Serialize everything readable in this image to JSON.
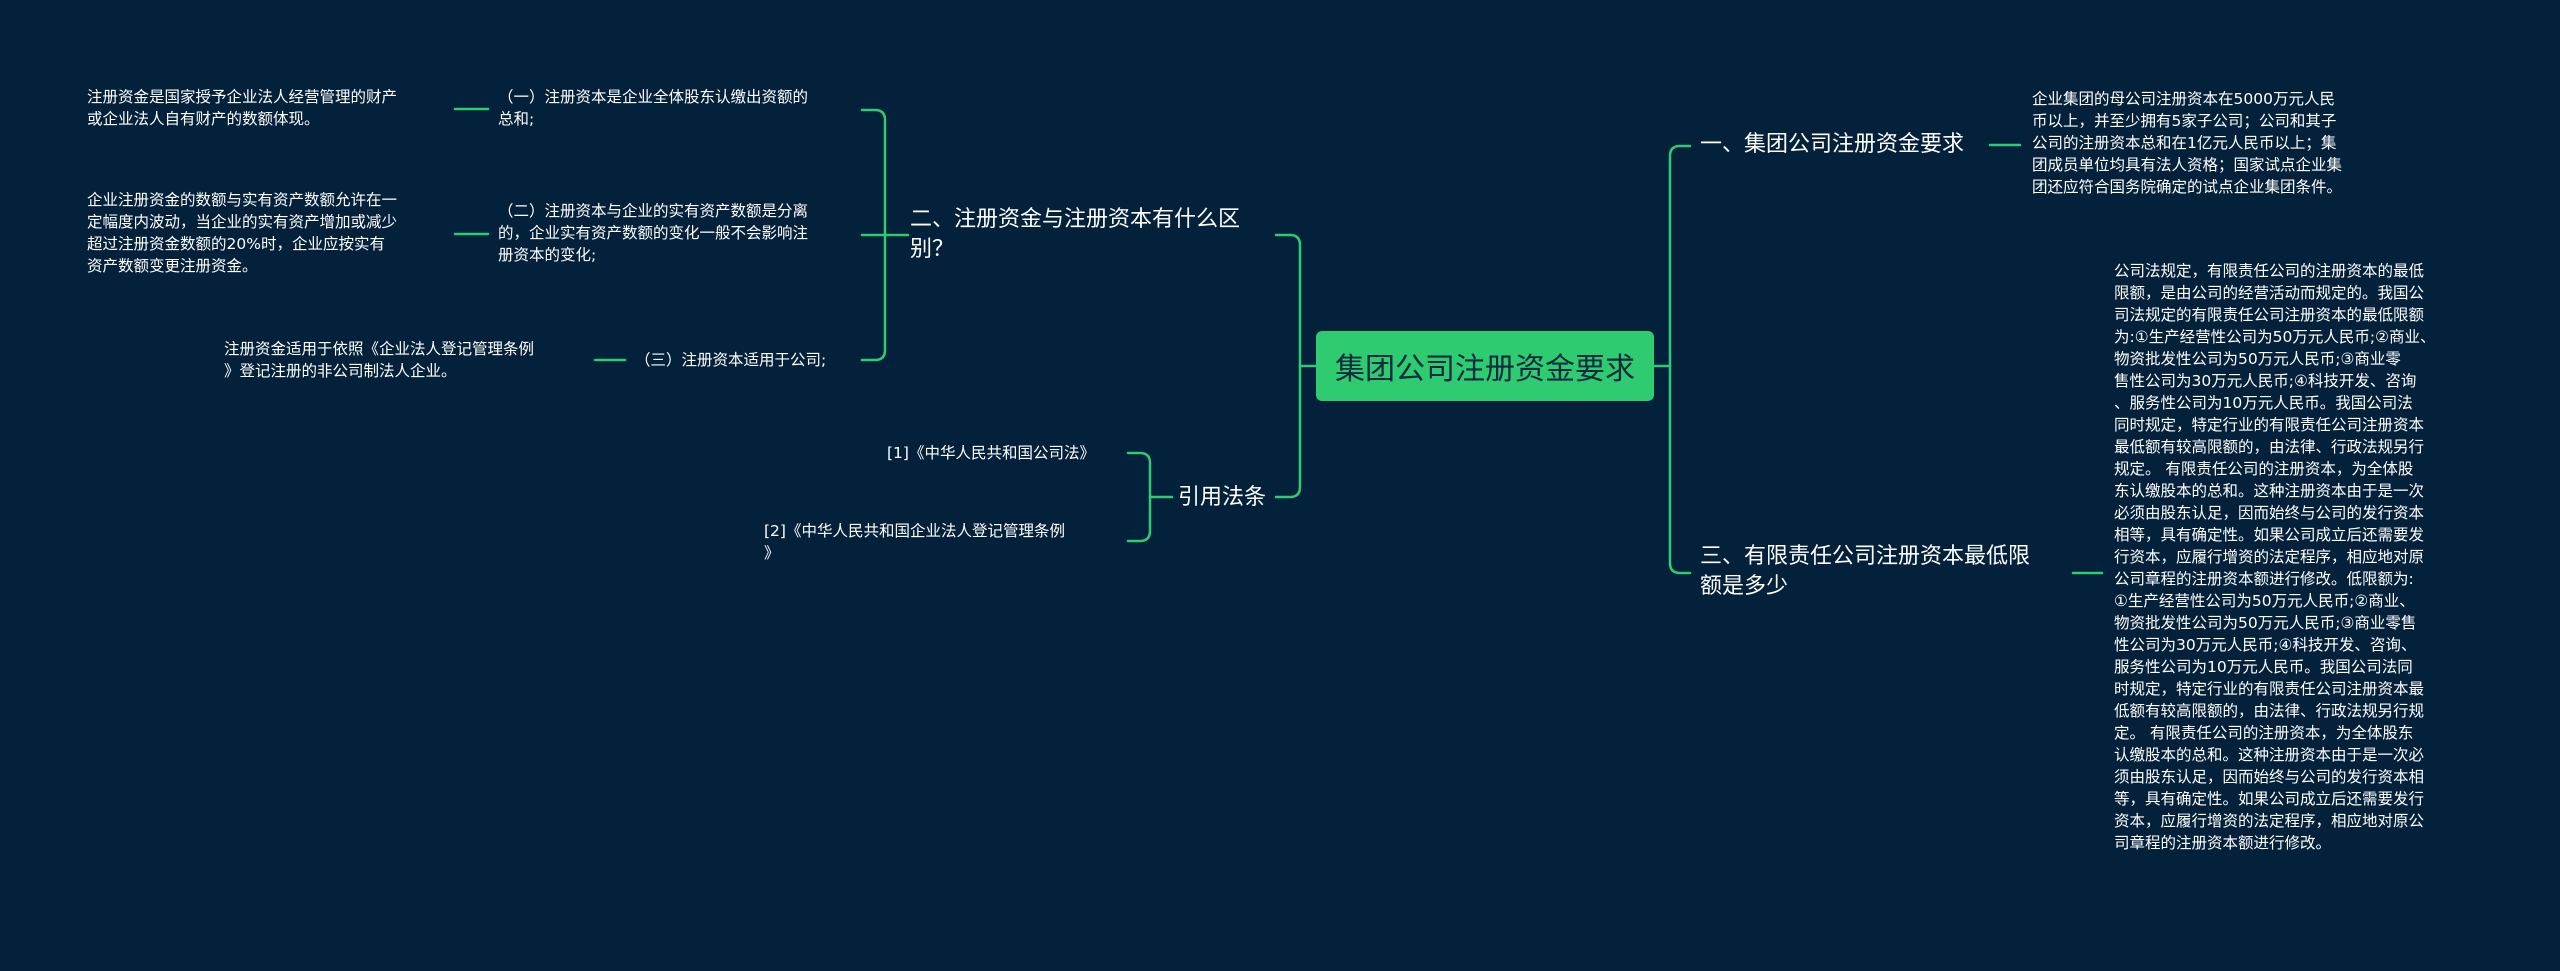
{
  "diagram": {
    "center": "集团公司注册资金要求",
    "branches": {
      "b1": {
        "label": "一、集团公司注册资金要求",
        "detail": "企业集团的母公司注册资本在5000万元人民\n币以上，并至少拥有5家子公司；公司和其子\n公司的注册资本总和在1亿元人民币以上；集\n团成员单位均具有法人资格；国家试点企业集\n团还应符合国务院确定的试点企业集团条件。"
      },
      "b2": {
        "label": "二、注册资金与注册资本有什么区\n别？",
        "items": [
          {
            "label": "（一）注册资本是企业全体股东认缴出资额的\n总和;",
            "detail": "注册资金是国家授予企业法人经营管理的财产\n或企业法人自有财产的数额体现。"
          },
          {
            "label": "（二）注册资本与企业的实有资产数额是分离\n的，企业实有资产数额的变化一般不会影响注\n册资本的变化;",
            "detail": "企业注册资金的数额与实有资产数额允许在一\n定幅度内波动，当企业的实有资产增加或减少\n超过注册资金数额的20%时，企业应按实有\n资产数额变更注册资金。"
          },
          {
            "label": "（三）注册资本适用于公司;",
            "detail": "注册资金适用于依照《企业法人登记管理条例\n》登记注册的非公司制法人企业。"
          }
        ]
      },
      "b3": {
        "label": "三、有限责任公司注册资本最低限\n额是多少",
        "detail": "公司法规定，有限责任公司的注册资本的最低\n限额，是由公司的经营活动而规定的。我国公\n司法规定的有限责任公司注册资本的最低限额\n为:①生产经营性公司为50万元人民币;②商业、\n物资批发性公司为50万元人民币;③商业零\n售性公司为30万元人民币;④科技开发、咨询\n、服务性公司为10万元人民币。我国公司法\n同时规定，特定行业的有限责任公司注册资本\n最低额有较高限额的，由法律、行政法规另行\n规定。 有限责任公司的注册资本，为全体股\n东认缴股本的总和。这种注册资本由于是一次\n必须由股东认足，因而始终与公司的发行资本\n相等，具有确定性。如果公司成立后还需要发\n行资本，应履行增资的法定程序，相应地对原\n公司章程的注册资本额进行修改。低限额为:\n①生产经营性公司为50万元人民币;②商业、\n物资批发性公司为50万元人民币;③商业零售\n性公司为30万元人民币;④科技开发、咨询、\n服务性公司为10万元人民币。我国公司法同\n时规定，特定行业的有限责任公司注册资本最\n低额有较高限额的，由法律、行政法规另行规\n定。 有限责任公司的注册资本，为全体股东\n认缴股本的总和。这种注册资本由于是一次必\n须由股东认足，因而始终与公司的发行资本相\n等，具有确定性。如果公司成立后还需要发行\n资本，应履行增资的法定程序，相应地对原公\n司章程的注册资本额进行修改。"
      },
      "b4": {
        "label": "引用法条",
        "items": [
          "[1]《中华人民共和国公司法》",
          "[2]《中华人民共和国企业法人登记管理条例\n》"
        ]
      }
    },
    "colors": {
      "background": "#03213a",
      "line": "#2ecb70",
      "center_fill": "#2ecb70",
      "text": "#ffffff"
    }
  }
}
